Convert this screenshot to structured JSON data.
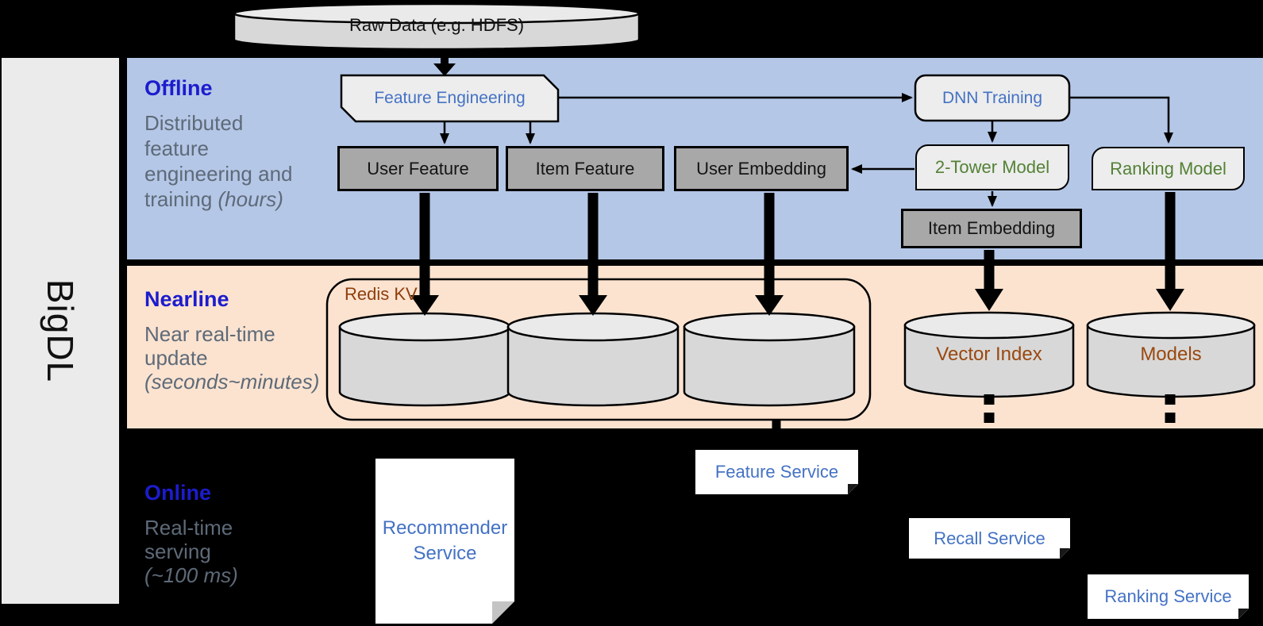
{
  "brand": {
    "name": "BigDL"
  },
  "source": {
    "raw_data": "Raw Data (e.g. HDFS)"
  },
  "offline": {
    "title": "Offline",
    "desc_line1": "Distributed",
    "desc_line2": "feature",
    "desc_line3": "engineering and",
    "desc_line4": "training ",
    "desc_line4_italic": "(hours)",
    "feature_engineering": "Feature Engineering",
    "dnn_training": "DNN Training",
    "user_feature": "User Feature",
    "item_feature": "Item Feature",
    "user_embedding": "User Embedding",
    "two_tower_model": "2-Tower Model",
    "ranking_model": "Ranking Model",
    "item_embedding": "Item Embedding"
  },
  "nearline": {
    "title": "Nearline",
    "desc_line1": "Near real-time",
    "desc_line2": "update",
    "desc_italic": "(seconds~minutes)",
    "redis_kv": "Redis KV",
    "vector_index": "Vector Index",
    "models": "Models"
  },
  "online": {
    "title": "Online",
    "desc_line1": "Real-time",
    "desc_line2": "serving",
    "desc_italic": "(~100 ms)",
    "recommender_line1": "Recommender",
    "recommender_line2": "Service",
    "feature_service": "Feature Service",
    "recall_service": "Recall Service",
    "ranking_service": "Ranking Service"
  },
  "colors": {
    "offline_band": "#b4c7e7",
    "nearline_band": "#fbe3d0",
    "online_band": "#000000",
    "dark_box": "#a8a8a8",
    "light_box": "#ededed",
    "cylinder": "#d8d8d8",
    "title_blue": "#1c1ccd",
    "label_blue": "#4472c4",
    "label_green": "#538135",
    "label_brown": "#9a480f",
    "desc_gray": "#5e6a78"
  }
}
